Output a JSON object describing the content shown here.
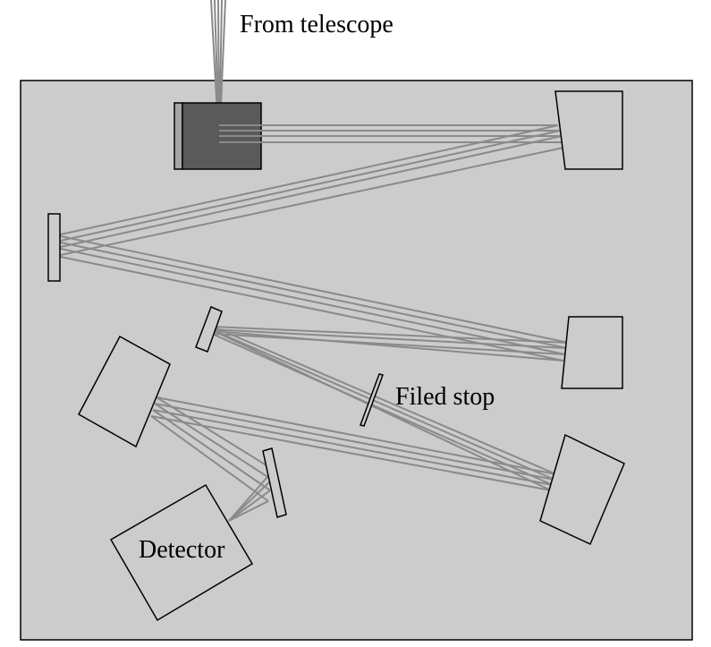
{
  "labels": {
    "telescope": "From telescope",
    "field_stop": "Filed stop",
    "detector": "Detector"
  },
  "colors": {
    "bench": "#cccccc",
    "outline": "#000000",
    "ray": "#8a8a8a",
    "slit_block": "#5a5a5a",
    "slit_edge": "#a5a5a5"
  }
}
